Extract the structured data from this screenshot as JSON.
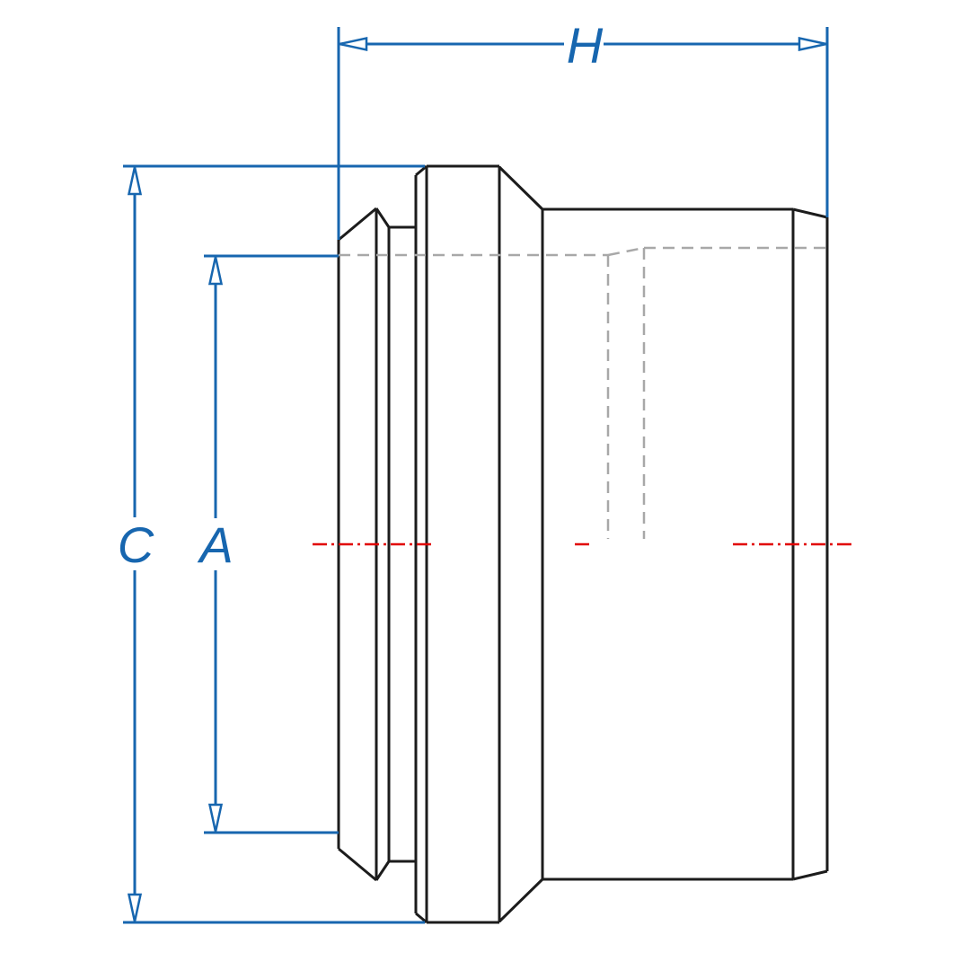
{
  "drawing": {
    "kind": "engineering part drawing, side elevation of a weld ferrule fitting"
  },
  "dimensions": {
    "H": {
      "label": "H",
      "orientation": "horizontal"
    },
    "C": {
      "label": "C",
      "orientation": "vertical"
    },
    "A": {
      "label": "A",
      "orientation": "vertical"
    }
  },
  "colors": {
    "dimension_blue": "#1766af",
    "outline_black": "#1c1c1c",
    "hidden_gray": "#a8a8a8",
    "centerline_red": "#e10000",
    "background": "#ffffff"
  }
}
